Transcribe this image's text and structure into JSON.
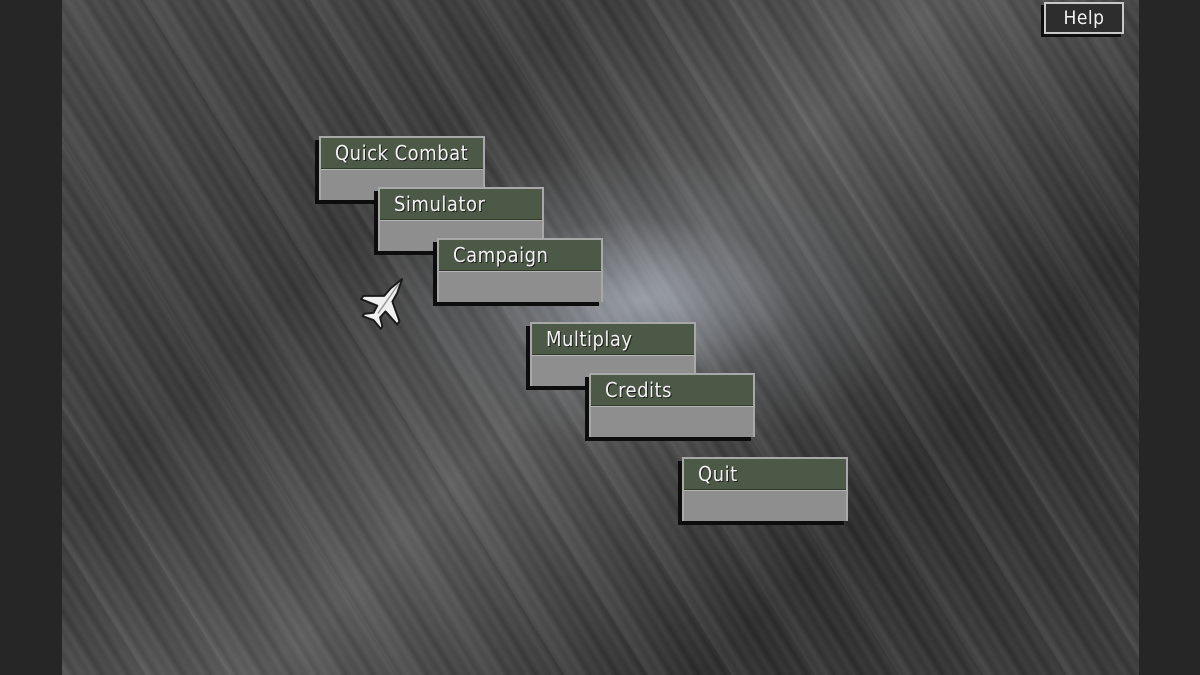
{
  "help_label": "Help",
  "menu": [
    {
      "id": "quick-combat",
      "label": "Quick Combat"
    },
    {
      "id": "simulator",
      "label": "Simulator"
    },
    {
      "id": "campaign",
      "label": "Campaign"
    },
    {
      "id": "multiplay",
      "label": "Multiplay"
    },
    {
      "id": "credits",
      "label": "Credits"
    },
    {
      "id": "quit",
      "label": "Quit"
    }
  ],
  "cursor_icon": "jet-cursor-icon",
  "colors": {
    "button_header": "#4c5946",
    "button_body": "#8e8e8e",
    "button_border": "#a8a8a8",
    "label": "#f2f2f2"
  }
}
